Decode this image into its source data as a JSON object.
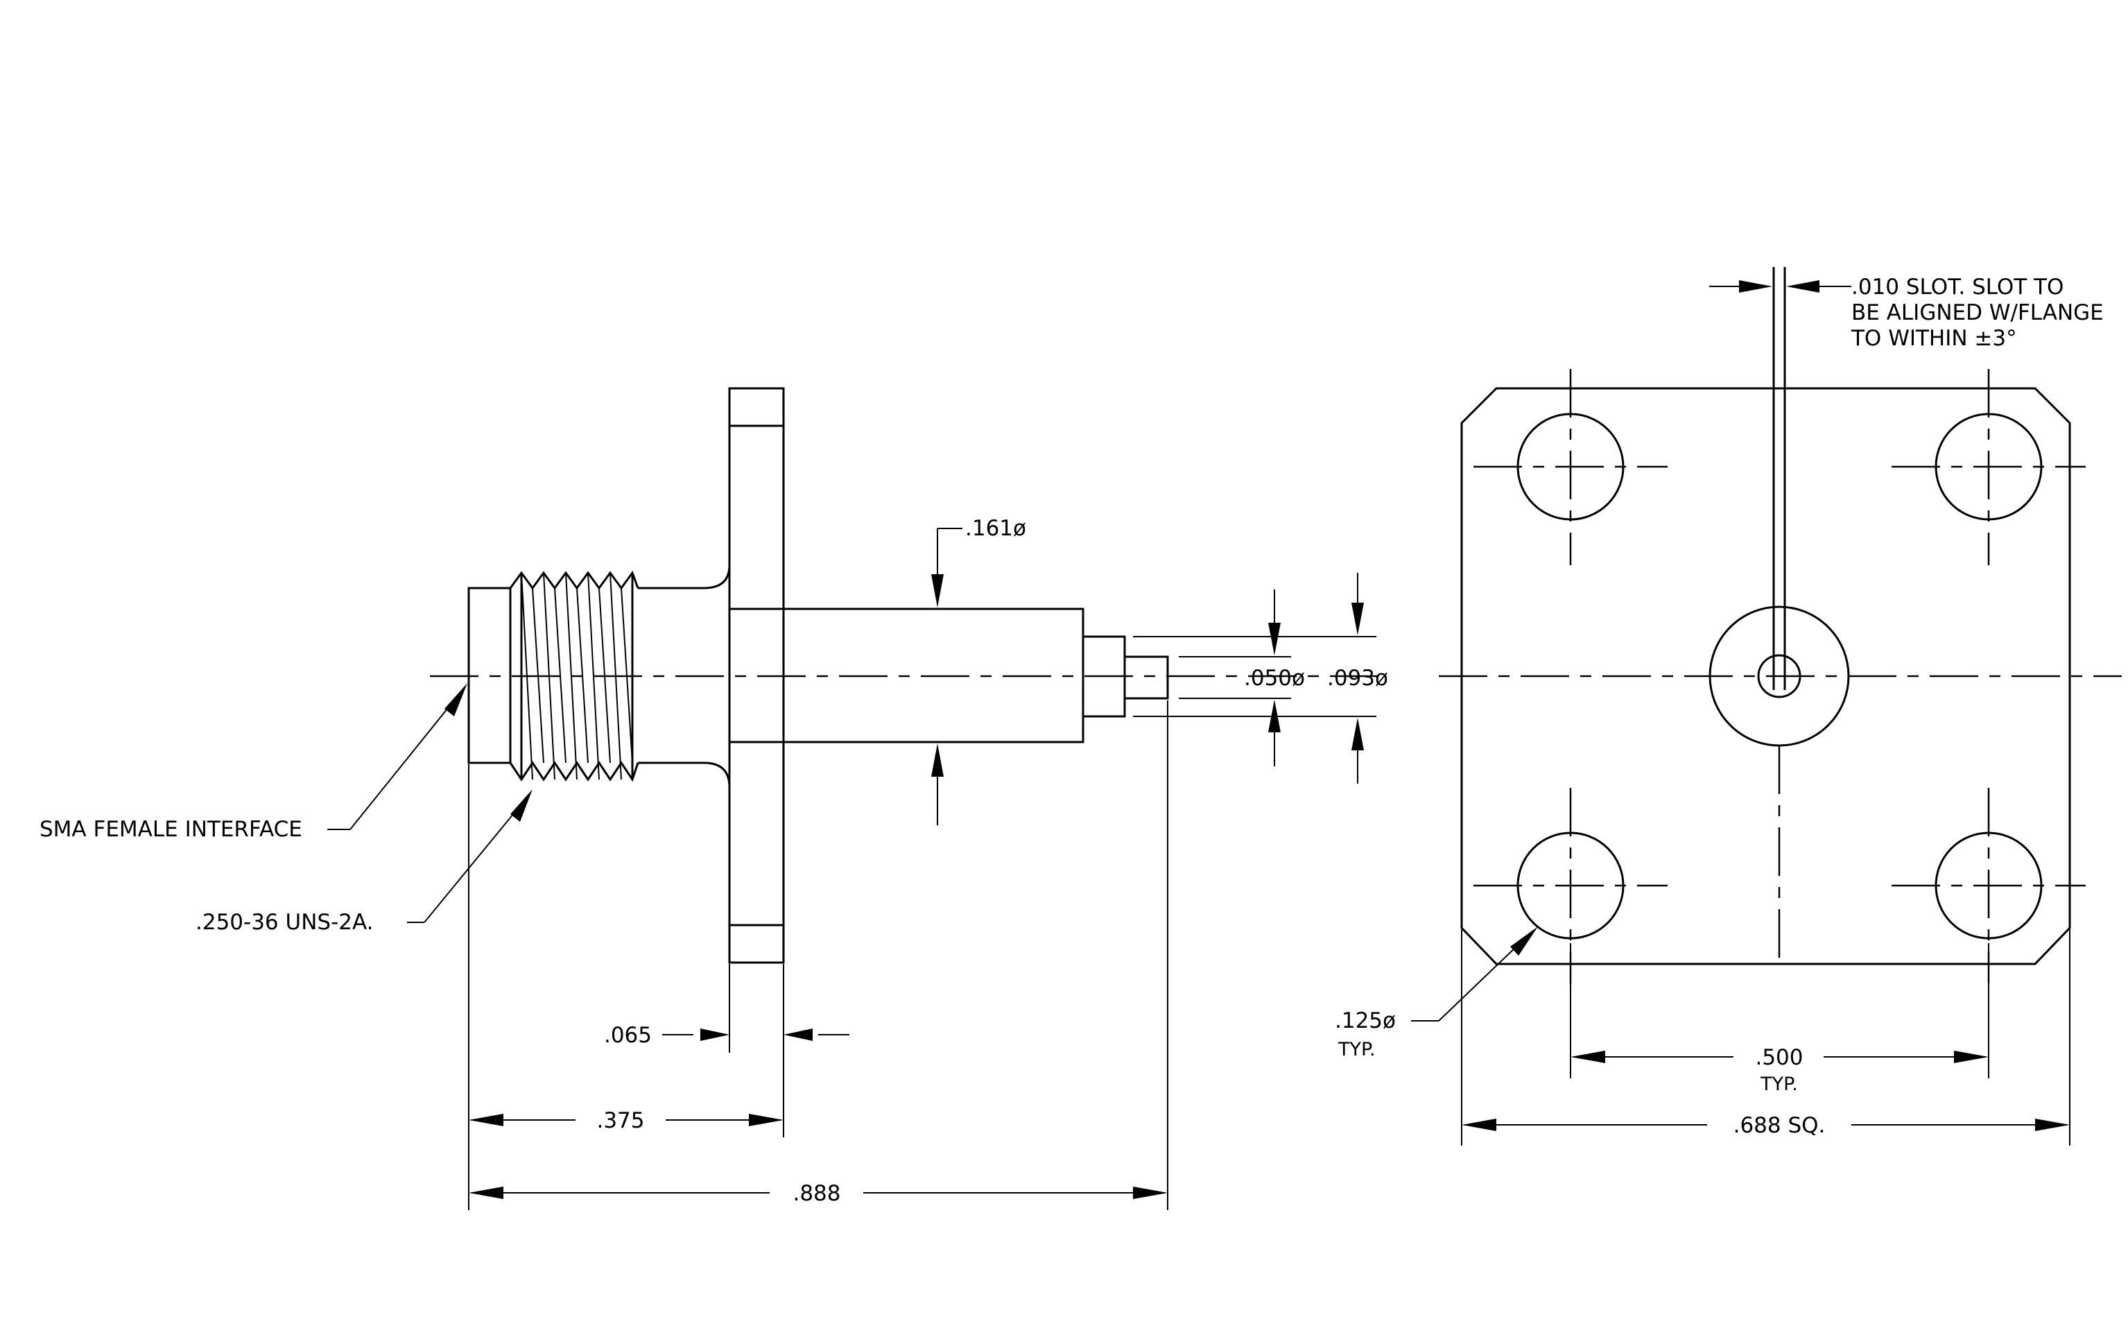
{
  "labels": {
    "sma_interface": "SMA FEMALE INTERFACE",
    "thread": ".250-36 UNS-2A.",
    "d065": ".065",
    "d375": ".375",
    "d888": ".888",
    "d161": ".161ø",
    "d050": ".050ø",
    "d093": ".093ø",
    "slot_line1": ".010 SLOT. SLOT TO",
    "slot_line2": "BE ALIGNED W/FLANGE",
    "slot_line3": "TO WITHIN ±3°",
    "hole_dia": ".125ø",
    "hole_typ": "TYP.",
    "d500": ".500",
    "d500_typ": "TYP.",
    "d688": ".688 SQ."
  }
}
